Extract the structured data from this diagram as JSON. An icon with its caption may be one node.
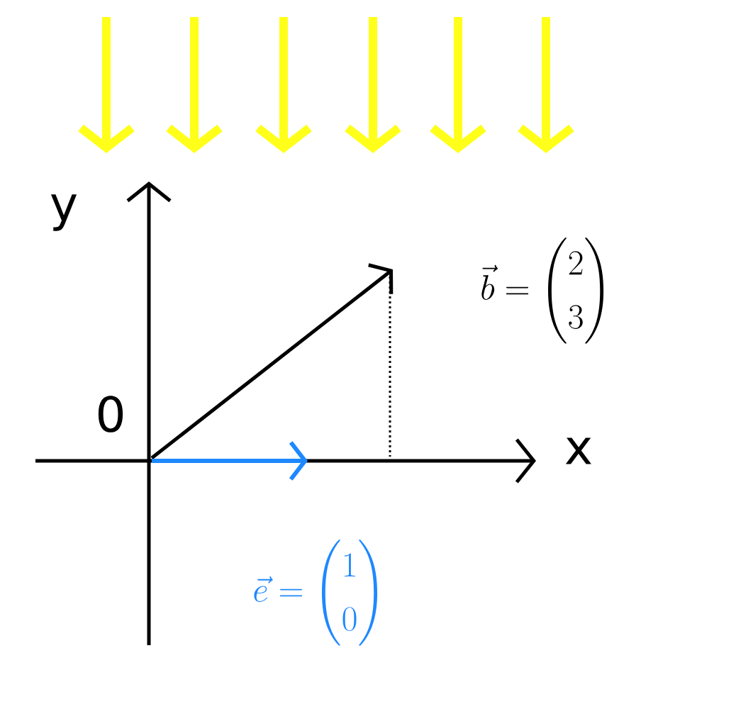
{
  "diagram": {
    "labels": [
      "y",
      "0",
      "x",
      "\\vec{b} = \\begin{pmatrix} 2 \\\\ 3 \\end{pmatrix}",
      "\\vec{e} = \\begin{pmatrix} 1 \\\\ 0 \\end{pmatrix}"
    ]
  }
}
